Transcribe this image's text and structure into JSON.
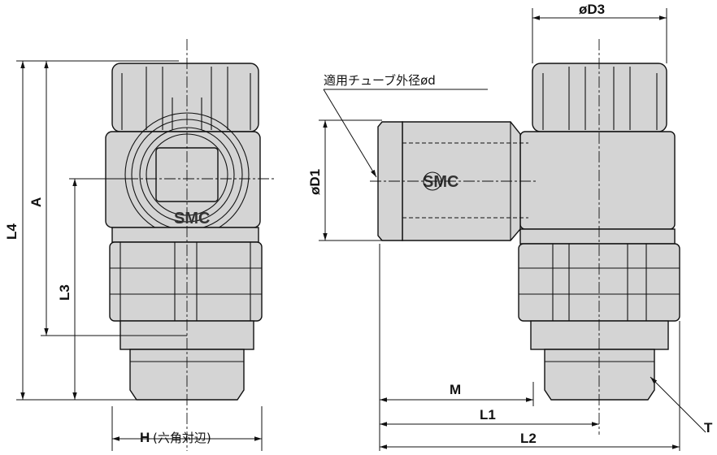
{
  "labels": {
    "L4": "L4",
    "A": "A",
    "L3": "L3",
    "H": "H",
    "H_note": "(六角対辺)",
    "D3": "øD3",
    "tube_od": "適用チューブ外径ød",
    "D1": "øD1",
    "M": "M",
    "L1": "L1",
    "L2": "L2",
    "T": "T"
  },
  "logo": {
    "brand": "SMC"
  }
}
